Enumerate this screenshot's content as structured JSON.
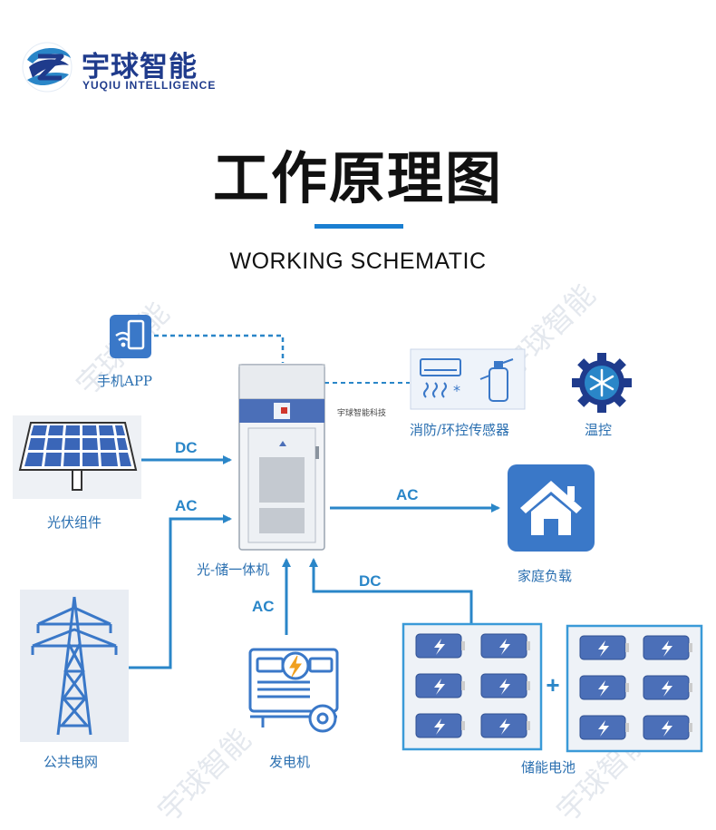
{
  "brand": {
    "name_cn": "宇球智能",
    "name_en": "YUQIU INTELLIGENCE"
  },
  "header": {
    "title": "工作原理图",
    "subtitle": "WORKING SCHEMATIC"
  },
  "watermark": "宇球智能",
  "nodes": {
    "app": "手机APP",
    "pv": "光伏组件",
    "inverter": "光-储一体机",
    "inverter_tag": "宇球智能科技",
    "sensors": "消防/环控传感器",
    "temp": "温控",
    "home": "家庭负载",
    "grid": "公共电网",
    "generator": "发电机",
    "battery": "储能电池"
  },
  "flows": {
    "pv_dc": "DC",
    "grid_ac": "AC",
    "home_ac": "AC",
    "gen_ac": "AC",
    "battery_dc": "DC"
  },
  "plus": "+",
  "colors": {
    "brand": "#1f3b8c",
    "line": "#2a86c8",
    "icon_blue": "#3a78c8",
    "accent_bar": "#1a7fd1"
  }
}
